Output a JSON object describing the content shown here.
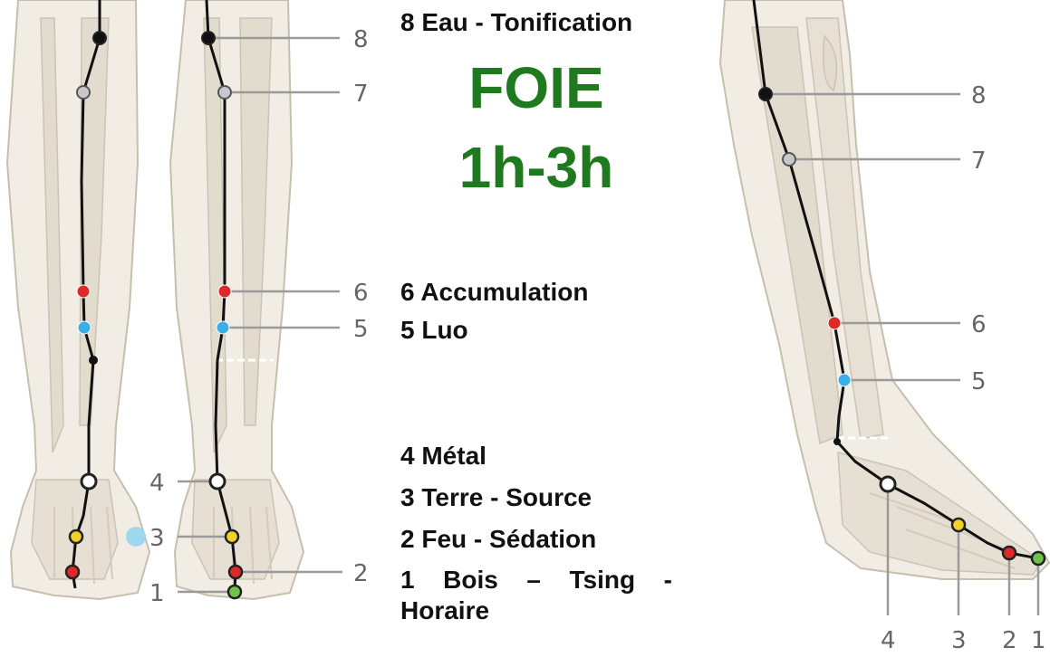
{
  "title": {
    "organ": "FOIE",
    "hours": "1h-3h"
  },
  "colors": {
    "title_green": "#1f7a1f",
    "skin": "#f1ede4",
    "bone": "#e2dccf",
    "outline": "#c7bfae",
    "meridian": "#111111",
    "leader": "#9a9a9a",
    "label_number": "#666666"
  },
  "legend": [
    {
      "text": "8 Eau - Tonification"
    },
    {
      "text": "6 Accumulation"
    },
    {
      "text": "5 Luo"
    },
    {
      "text": "4 Métal"
    },
    {
      "text": "3 Terre - Source"
    },
    {
      "text": "2 Feu - Sédation"
    },
    {
      "text": "1 Bois – Tsing - Horaire"
    }
  ],
  "points": [
    {
      "id": "8",
      "color": "#111111"
    },
    {
      "id": "7",
      "color": "#c8c8cc"
    },
    {
      "id": "6",
      "color": "#e02828"
    },
    {
      "id": "5",
      "color": "#3aaee8"
    },
    {
      "id": "4",
      "color": "#ffffff"
    },
    {
      "id": "3",
      "color": "#f2d02a"
    },
    {
      "id": "2",
      "color": "#e02828"
    },
    {
      "id": "1",
      "color": "#6fc24a"
    }
  ],
  "front_labels": [
    "8",
    "7",
    "6",
    "5",
    "4",
    "3",
    "2",
    "1"
  ],
  "side_labels": [
    "8",
    "7",
    "6",
    "5",
    "4",
    "3",
    "2",
    "1"
  ],
  "extra_marker_color": "#9fd8ee"
}
